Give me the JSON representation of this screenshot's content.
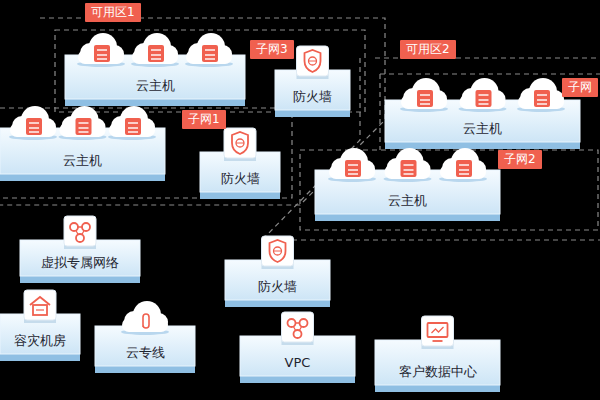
{
  "diagram": {
    "nodes": [
      {
        "text": [
          "云主机"
        ]
      },
      {
        "text": [
          "防火墙"
        ]
      },
      {
        "text": [
          "云主机"
        ]
      },
      {
        "text": [
          "云主机"
        ]
      },
      {
        "text": [
          "防火墙"
        ]
      },
      {
        "text": [
          "云主机"
        ]
      },
      {
        "text": [
          "虚拟专属网络"
        ]
      },
      {
        "text": [
          "防火墙"
        ]
      },
      {
        "text": [
          "容灾机房"
        ]
      },
      {
        "text": [
          "云专线"
        ]
      },
      {
        "text": [
          "VPC"
        ]
      },
      {
        "text": [
          "客户数据中心"
        ]
      }
    ],
    "labels": [
      "可用区1",
      "子网3",
      "可用区2",
      "子网",
      "子网1",
      "子网2"
    ]
  }
}
